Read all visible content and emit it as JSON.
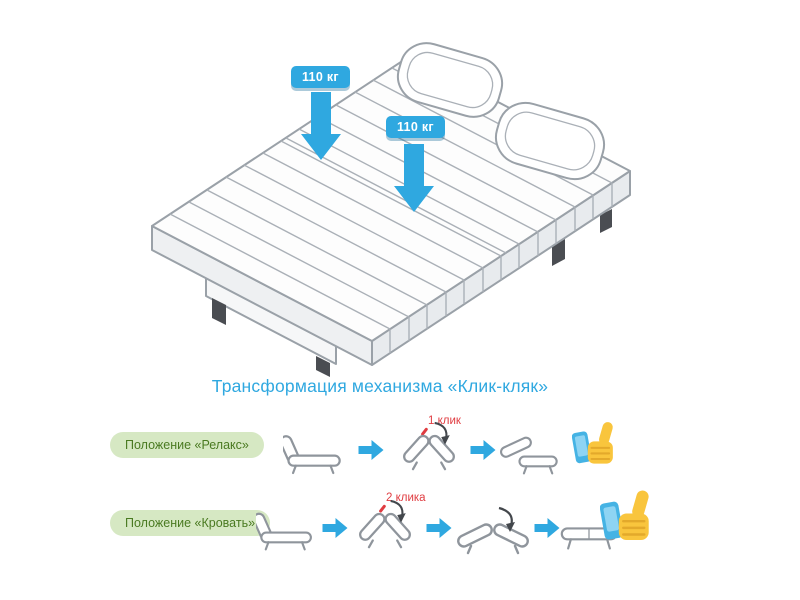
{
  "illustration": {
    "weight_badge_1": "110 кг",
    "weight_badge_2": "110 кг",
    "subject": "sofa-bed-click-clack-isometric-drawing",
    "pillows_count": 2
  },
  "title": "Трансформация механизма «Клик-кляк»",
  "rows": [
    {
      "label": "Положение «Релакс»",
      "click_label": "1 клик",
      "steps": [
        "sofa-closed-icon",
        "step-arrow-icon",
        "sofa-folding-icon",
        "step-arrow-icon",
        "sofa-relax-icon",
        "thumb-up-with-phone-icon"
      ]
    },
    {
      "label": "Положение «Кровать»",
      "click_label": "2 клика",
      "steps": [
        "sofa-closed-icon",
        "step-arrow-icon",
        "sofa-folding-steep-icon",
        "step-arrow-icon",
        "sofa-folding-shallow-icon",
        "step-arrow-icon",
        "bed-flat-icon",
        "thumb-up-with-phone-icon"
      ]
    }
  ],
  "colors": {
    "accent_blue": "#2fa8e0",
    "pill_bg": "#d6e8c3",
    "pill_text": "#4a7a21",
    "click_red": "#e03c41",
    "line_gray": "#9aa1a8",
    "thumb_yellow": "#f9c53d",
    "phone_blue": "#45b3e4"
  }
}
